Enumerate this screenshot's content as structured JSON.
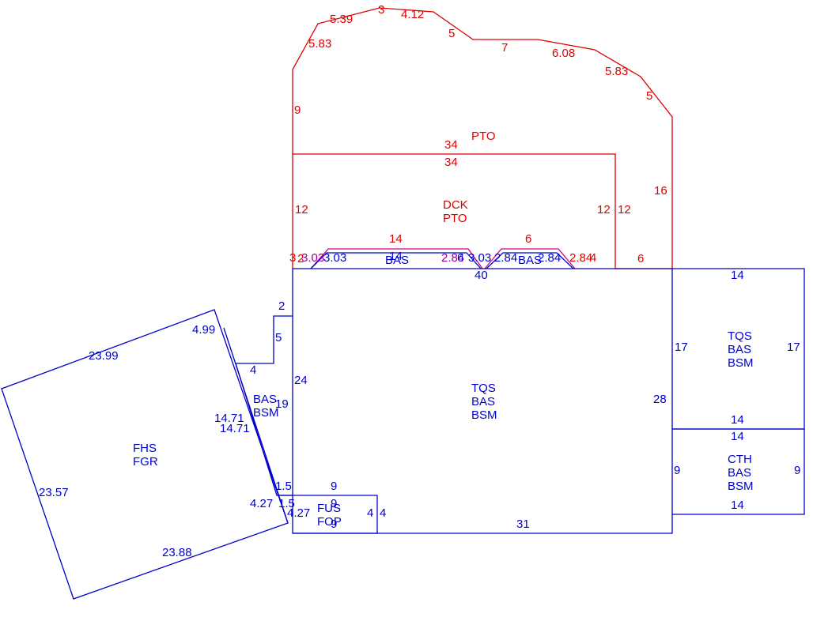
{
  "colors": {
    "blue": "#0000cc",
    "red": "#dd0000",
    "purple": "#990099"
  },
  "areas": {
    "pto": {
      "lines": [
        "PTO"
      ]
    },
    "dck": {
      "lines": [
        "DCK",
        "PTO"
      ]
    },
    "main": {
      "lines": [
        "TQS",
        "BAS",
        "BSM"
      ]
    },
    "right_upper": {
      "lines": [
        "TQS",
        "BAS",
        "BSM"
      ]
    },
    "right_lower": {
      "lines": [
        "CTH",
        "BAS",
        "BSM"
      ]
    },
    "garage": {
      "lines": [
        "FHS",
        "FGR"
      ]
    },
    "connector": {
      "lines": [
        "BAS",
        "BSM"
      ]
    },
    "porch": {
      "lines": [
        "FUS",
        "FOP"
      ]
    },
    "bay_left": {
      "lines": [
        "BAS"
      ]
    },
    "bay_right": {
      "lines": [
        "BAS"
      ]
    }
  },
  "dims_red": [
    "5.39",
    "3",
    "4.12",
    "5.83",
    "5",
    "7",
    "6.08",
    "5.83",
    "5",
    "9",
    "34",
    "34",
    "16",
    "12",
    "12",
    "12",
    "14",
    "6",
    "6",
    "3",
    "2.84",
    "4",
    "2"
  ],
  "dims_purple": [
    "3.03",
    "14",
    "2.84",
    "2.84",
    "6",
    "2.84",
    "2.84"
  ],
  "dims_blue": [
    "40",
    "14",
    "17",
    "17",
    "14",
    "14",
    "9",
    "9",
    "14",
    "28",
    "31",
    "2",
    "5",
    "4",
    "24",
    "19",
    "4.99",
    "23.99",
    "14.71",
    "14.71",
    "23.57",
    "23.88",
    "1.5",
    "1.5",
    "4.27",
    "4.27",
    "9",
    "9",
    "9",
    "4",
    "4"
  ]
}
